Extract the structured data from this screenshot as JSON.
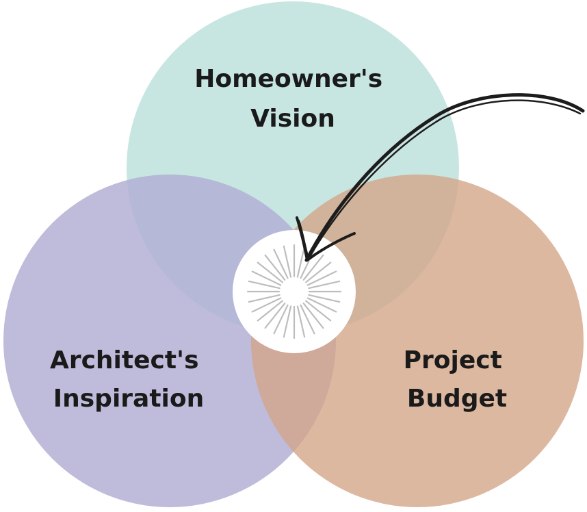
{
  "diagram": {
    "type": "venn",
    "circles": [
      {
        "id": "top",
        "label_lines": [
          "Homeowner's",
          "Vision"
        ],
        "color": "#BFE3DE"
      },
      {
        "id": "left",
        "label_lines": [
          "Architect's",
          "Inspiration"
        ],
        "color": "#B1ADD3"
      },
      {
        "id": "right",
        "label_lines": [
          "Project",
          "Budget"
        ],
        "color": "#D3A487"
      }
    ],
    "center_icon": "sunburst-icon",
    "arrow_icon": "hand-drawn-arrow-icon",
    "center_fill": "#FFFFFF",
    "icon_stroke": "#BDBDBD",
    "arrow_color": "#1C1C1C",
    "label_color": "#1A1A1A"
  }
}
